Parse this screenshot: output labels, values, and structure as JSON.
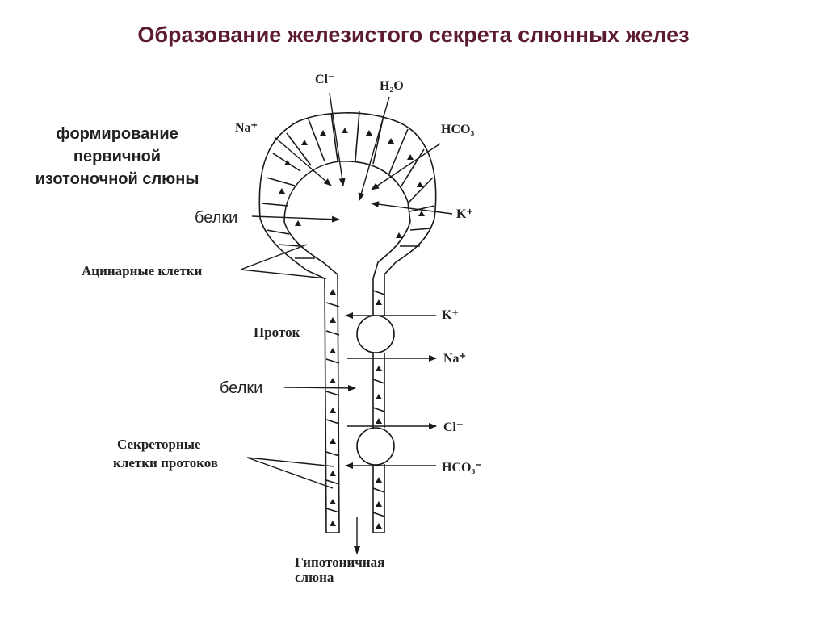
{
  "title": "Образование железистого секрета слюнных желез",
  "colors": {
    "title": "#5c1a33",
    "ink": "#1a1a1a"
  },
  "labels": {
    "primary_1": "формирование",
    "primary_2": "первичной",
    "primary_3": "изотоночной слюны",
    "proteins_top": "белки",
    "acinar_cells": "Ацинарные клетки",
    "duct": "Проток",
    "proteins_mid": "белки",
    "secretory_1": "Секреторные",
    "secretory_2": "клетки протоков",
    "hypotonic_1": "Гипотоничная",
    "hypotonic_2": "слюна"
  },
  "ions": {
    "cl_top": "Cl⁻",
    "h2o": "H₂O",
    "na_top": "Na⁺",
    "hco3_top": "HCO₃",
    "k_top": "K⁺",
    "k_duct": "K⁺",
    "na_duct": "Na⁺",
    "cl_duct": "Cl⁻",
    "hco3_duct": "HCO₃⁻"
  }
}
